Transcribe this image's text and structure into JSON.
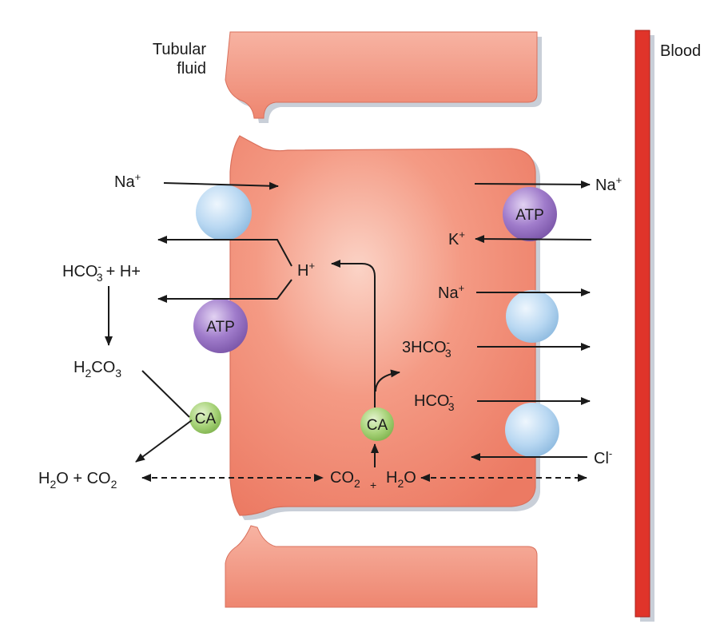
{
  "labels": {
    "tubular_fluid_line1": "Tubular",
    "tubular_fluid_line2": "fluid",
    "blood": "Blood"
  },
  "lumen": {
    "na_plus": "Na",
    "hco3_h_pre": "HCO",
    "hco3_h_sub": "3",
    "hco3_h_sup": "-",
    "hco3_h_post": "+ H+",
    "h2co3_pre": "H",
    "h2co3_sub1": "2",
    "h2co3_mid": "CO",
    "h2co3_sub2": "3",
    "h2o_co2_pre": "H",
    "h2o_co2_sub1": "2",
    "h2o_co2_mid": "O + CO",
    "h2o_co2_sub2": "2"
  },
  "cell": {
    "h_plus": "H",
    "co2_pre": "CO",
    "co2_sub": "2",
    "plus": "+",
    "h2o_pre": "H",
    "h2o_sub": "2",
    "h2o_post": "O"
  },
  "blood_side": {
    "na_plus_out": "Na",
    "k_plus": "K",
    "na_plus_in": "Na",
    "three_hco3_pre": "3HCO",
    "three_hco3_sub": "3",
    "three_hco3_sup": "-",
    "hco3_pre": "HCO",
    "hco3_sub": "3",
    "hco3_sup": "-",
    "cl_pre": "Cl",
    "cl_sup": "-"
  },
  "superscripts": {
    "plus": "+",
    "minus": "-"
  },
  "enzymes": {
    "atp_apical": "ATP",
    "atp_basolateral": "ATP",
    "ca_lumen": "CA",
    "ca_cell": "CA"
  },
  "colors": {
    "cell_fill": "#f08a76",
    "cell_fill_light": "#f7b4a3",
    "blood_vessel": "#e0342a",
    "transporter": "#b9d8f2",
    "atp_pump": "#9a72c2",
    "carbonic_anhydrase": "#9ccc6a"
  }
}
